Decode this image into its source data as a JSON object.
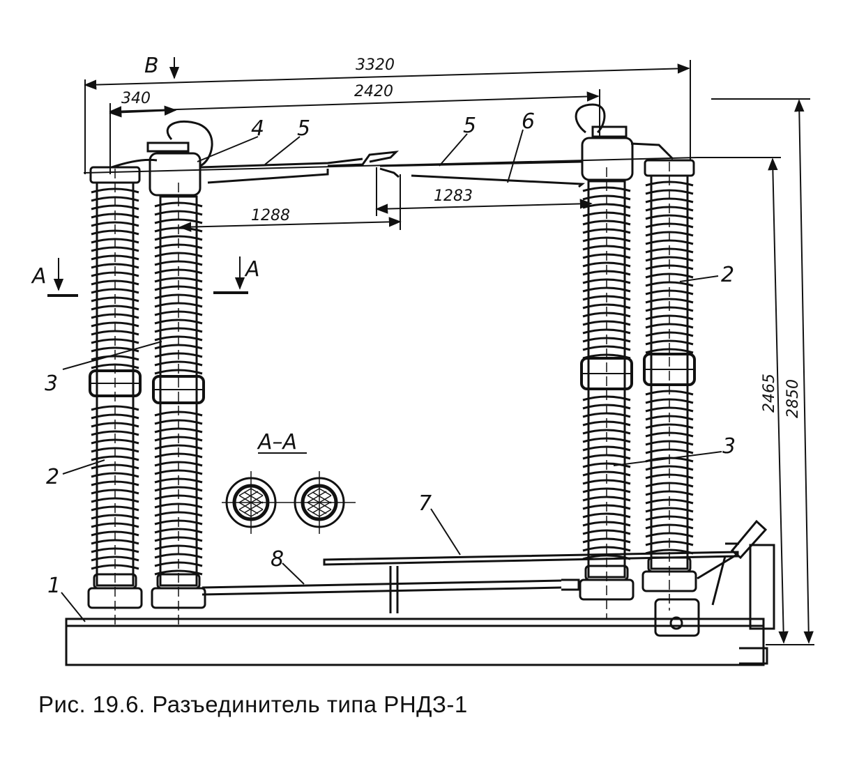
{
  "caption": "Рис. 19.6. Разъединитель типа РНДЗ-1",
  "dimensions": {
    "overall_width": "3320",
    "contact_span": "2420",
    "offset": "340",
    "blade_left": "1288",
    "blade_right": "1283",
    "height_insulator": "2465",
    "height_total": "2850"
  },
  "view_marks": {
    "view_b": "В",
    "section_left": "А",
    "section_right": "А",
    "section_title": "А–А"
  },
  "part_labels": {
    "base_frame": "1",
    "insulator_left_outer": "2",
    "insulator_right_outer": "2",
    "insulator_left_inner": "3",
    "insulator_right_inner": "3",
    "contact_head": "4",
    "blade_left": "5",
    "blade_right": "5",
    "earthing_blade": "6",
    "drive_rod": "7",
    "link_rod": "8"
  }
}
